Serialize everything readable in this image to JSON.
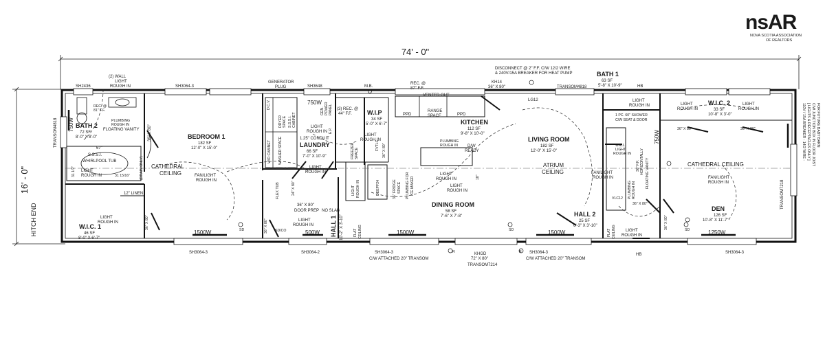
{
  "logo": {
    "text": "nsAR",
    "subtitle_1": "NOVA SCOTIA ASSOCIATION",
    "subtitle_2": "OF REALTORS"
  },
  "dimensions": {
    "overall_length": "74' - 0\"",
    "overall_width": "16' - 0\"",
    "hitch_end": "HITCH END"
  },
  "notes": {
    "disconnect_1": "DISCONNECT @ 2\" F.F. C/W 12/2 WIRE",
    "disconnect_2": "& 240V/15A BREAKER FOR HEAT PUMP",
    "right_1": "110V / 15A BREAKER - 14/2 WIRE -",
    "right_2": "[ LIGHTS & RECEPTACLES ONLY ]",
    "right_3": "C/W JUNCTION BOX IN FLOOR JOIST",
    "right_4": "FOR FUTURE BABY BARN"
  },
  "rooms": {
    "bath2": {
      "name": "BATH 2",
      "area": "72 SF",
      "dims": "8'-0\" X 8'-0\""
    },
    "wic1": {
      "name": "W.I.C. 1",
      "area": "46 SF",
      "dims": "8'-0\" X 6'-7\""
    },
    "bedroom1": {
      "name": "BEDROOM 1",
      "area": "182 SF",
      "dims": "12'-0\" X 15'-0\""
    },
    "laundry": {
      "name": "LAUNDRY",
      "area": "66 SF",
      "dims": "7'-0\" X 10'-9\""
    },
    "wip": {
      "name": "W.I.P",
      "area": "34 SF",
      "dims": "5'-0\" X 6'-7\""
    },
    "kitchen": {
      "name": "KITCHEN",
      "area": "112 SF",
      "dims": "9'-8\" X 10'-0\""
    },
    "dining": {
      "name": "DINING ROOM",
      "area": "58 SF",
      "dims": "7'-6\" X 7'-8\""
    },
    "hall1": {
      "name": "HALL 1"
    },
    "living": {
      "name": "LIVING ROOM",
      "area": "182 SF",
      "dims": "12'-0\" X 15'-0\""
    },
    "hall2": {
      "name": "HALL 2",
      "area": "25 SF",
      "dims": "6'-3\" X 3'-10\""
    },
    "bath1": {
      "name": "BATH 1",
      "area": "63 SF",
      "dims": "5'-8\" X 10'-9\""
    },
    "wic2": {
      "name": "W.I.C. 2",
      "area": "33 SF",
      "dims": "10'-8\" X 3'-0\""
    },
    "den": {
      "name": "DEN",
      "area": "126 SF",
      "dims": "10'-8\" X 11'-7\""
    }
  },
  "ceilings": {
    "cathedral_left_1": "CATHEDRAL",
    "cathedral_left_2": "CEILING",
    "atrium_1": "ATRIUM",
    "atrium_2": "CEILING",
    "cathedral_right": "CATHEDRAL CEILING",
    "flat_1a": "FLAT",
    "flat_1b": "CEILING",
    "flat_2a": "FLAT",
    "flat_2b": "CEILING"
  },
  "windows_top": {
    "sh2436": "SH2436",
    "sh3064_a": "SH3064-3",
    "gen_plug_1": "GENERATOR",
    "gen_plug_2": "PLUG",
    "sh3648": "SH3648",
    "mb": "M.B.",
    "rec_87": "REC. @",
    "rec_87b": "87\" F.F.",
    "vented_out": "VENTED OUT",
    "kh14": "KH14",
    "kh14_dims": "36\" X 80\"",
    "transom4818": "TRANSOM4818",
    "hb_top": "HB"
  },
  "windows_bottom": {
    "sh3064_1": "SH3064-3",
    "sh3064_2": "SH3064-2",
    "sh3064_3": "SH3064-3",
    "cw_transom_1": "C/W ATTACHED 20\" TRANSOM",
    "khgd": "KHGD",
    "khgd_dims": "72\" X 80\"",
    "transom7214": "TRANSOM7214",
    "sh3064_4": "SH3064-3",
    "cw_transom_2": "C/W ATTACHED 20\" TRANSOM",
    "hb_bottom": "HB",
    "sh3064_5": "SH3064-3"
  },
  "side_labels": {
    "transom_left": "TRANSOM4818",
    "transom_right": "TRANSOM7218"
  },
  "heaters": {
    "h750_bath2": "750W",
    "h1500_bed": "1500W",
    "h750_laundry": "750W",
    "h500": "500W",
    "h1500_dining": "1500W",
    "h1500_living": "1500W",
    "h750_bath1": "750W",
    "h1250": "1250W"
  },
  "labels": {
    "wall_light_1": "(2) WALL",
    "wall_light_2": "LIGHT",
    "wall_light_3": "ROUGH IN",
    "rec81_1": "REC. @",
    "rec81_2": "81\" F.F.",
    "plumb_floating_1": "PLUMBING",
    "plumb_floating_2": "ROUGH IN",
    "plumb_floating_3": "FLOATING VANITY",
    "d67": "67\"",
    "whirlpool_1": "S.S.S.I.",
    "whirlpool_2": "WHIRLPOOL TUB",
    "d31": "31 1/2\"",
    "d31b": "31 15/16\"",
    "drain_only": "(DRAIN ONLY)",
    "light_b2_1": "LIGHT",
    "light_b2_2": "ROUGH IN",
    "linen": "12\" LINEN",
    "light_wic1_1": "LIGHT",
    "light_wic1_2": "ROUGH IN",
    "door_36x80_a": "36\" X 80\"",
    "fan_light_1": "FAN/LIGHT",
    "fan_light_2": "ROUGH IN",
    "dcv": "D.C.V.",
    "wd_cabinet": "W/D CABINET",
    "washer_space": "WASHER SPACE",
    "dryer_space_1": "DRYER",
    "dryer_space_2": "SPACE",
    "cabinet_sssi_1": "S.S.S.I.",
    "cabinet_sssi_2": "CABINET",
    "gen_panel_1": "GEN.",
    "gen_panel_2": "POWER",
    "gen_panel_3": "PANEL",
    "ep": "E.P.",
    "light_laundry_1": "LIGHT",
    "light_laundry_2": "ROUGH IN",
    "conduit": "1.25\" CONDUIT",
    "rec44_1": "(3) REC. @",
    "rec44_2": "44\" F.F.",
    "light_wip_1": "LIGHT",
    "light_wip_2": "ROUGH IN",
    "freezer_1": "FREEZER",
    "freezer_2": "SPACE",
    "fvtlc": "FVTLC",
    "fvtlc_dims": "36\" X 80\"",
    "flex_tub": "FLEX TUB",
    "door_24x80": "24\" X 80\"",
    "light_hall_1": "LIGHT",
    "light_hall_2": "ROUGH IN",
    "door_prep_1": "36\" X 80\"",
    "door_prep_2": "DOOR PREP",
    "slab": "NO SLAB",
    "sd_co": "SD/CO",
    "light_hall1b_1": "LIGHT",
    "light_hall1b_2": "ROUGH IN",
    "door_36x80_b": "36\" X 80\"",
    "hall_dims": "10'-2\" X 3'-10\"",
    "ppd_1": "PPD",
    "range_1": "RANGE",
    "range_2": "SPACE",
    "ppd_2": "PPD",
    "plumb_kitchen_1": "PLUMBING",
    "plumb_kitchen_2": "ROUGH IN",
    "dw": "D/W",
    "ready": "READY",
    "d18": "18\"",
    "light_dr_1": "LIGHT",
    "light_dr_2": "ROUGH IN",
    "light_k_1": "LIGHT",
    "light_k_2": "ROUGH IN",
    "fridge_1": "36\" FRIDGE",
    "fridge_2": "SPACE",
    "ice_1": "PLUMBING FOR",
    "ice_2": "ICE MAKER",
    "light_pantry_1": "LIGHT",
    "light_pantry_2": "ROUGH IN",
    "deepf": "DEEPF24",
    "lg12": "LG12",
    "fan_living_1": "FAN/LIGHT",
    "fan_living_2": "ROUGH IN",
    "wall_light_b1_1": "WALL",
    "wall_light_b1_2": "LIGHT",
    "wall_light_b1_3": "ROUGH IN",
    "light_b1_1": "LIGHT",
    "light_b1_2": "ROUGH IN",
    "shower_1": "1 PC. 60\" SHOWER",
    "shower_2": "C/W SEAT & DOOR",
    "plumb_b1_1": "PLUMBING",
    "plumb_b1_2": "ROUGH IN",
    "wall_36": "36\" F.F.",
    "horizontally": "HORIZONTALLY",
    "floating_vanity": "FLOATING VANITY",
    "vlc12": "VLC12",
    "door_36x80_c": "36\" X 80\"",
    "door_36x80_d": "36\" X 80\"",
    "light_hall2_1": "LIGHT",
    "light_hall2_2": "ROUGH IN",
    "light_wic2a_1": "LIGHT",
    "light_wic2a_2": "ROUGH IN",
    "light_wic2b_1": "LIGHT",
    "light_wic2b_2": "ROUGH IN",
    "door_36x80_e": "36\" X 80\"",
    "door_36x80_f": "36\" X 80\"",
    "fan_den_1": "FAN/LIGHT",
    "fan_den_2": "ROUGH IN",
    "door_36x80_g": "36\" X 80\"",
    "sd_1": "SD",
    "sd_2": "SD",
    "sd_3": "SD",
    "r_1": "R",
    "r_2": "R"
  }
}
